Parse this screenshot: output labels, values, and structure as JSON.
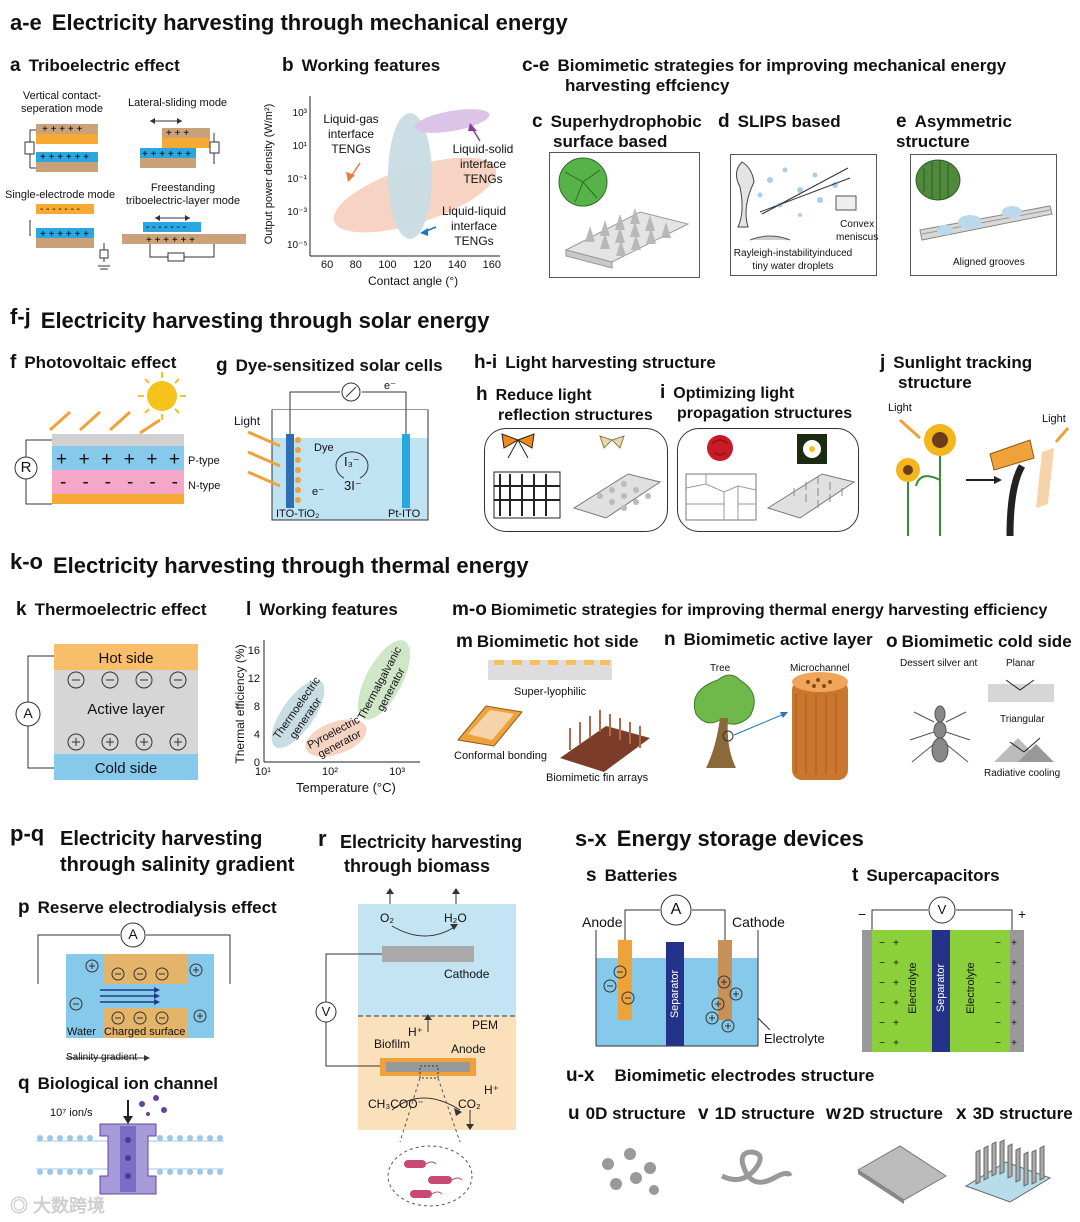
{
  "sections": {
    "ae": {
      "tag": "a-e",
      "title": "Electricity harvesting through mechanical energy"
    },
    "fj": {
      "tag": "f-j",
      "title": "Electricity harvesting through solar energy"
    },
    "ko": {
      "tag": "k-o",
      "title": "Electricity harvesting through thermal energy"
    },
    "pq": {
      "tag": "p-q",
      "title1": "Electricity harvesting",
      "title2": "through salinity gradient"
    },
    "r": {
      "tag": "r",
      "title1": "Electricity harvesting",
      "title2": "through biomass"
    },
    "sx": {
      "tag": "s-x",
      "title": "Energy storage devices"
    }
  },
  "a": {
    "tag": "a",
    "title": "Triboelectric effect",
    "vc1": "Vertical contact-",
    "vc2": "seperation mode",
    "ls": "Lateral-sliding mode",
    "se": "Single-electrode mode",
    "ft1": "Freestanding",
    "ft2": "triboelectric-layer mode"
  },
  "b": {
    "tag": "b",
    "title": "Working features",
    "ylabel": "Output power density (W/m²)",
    "xlabel": "Contact angle (°)",
    "yticks": [
      "10³",
      "10¹",
      "10⁻¹",
      "10⁻³",
      "10⁻⁵"
    ],
    "xticks": [
      "60",
      "80",
      "100",
      "120",
      "140",
      "160"
    ],
    "lg1": "Liquid-gas",
    "lg2": "interface",
    "lg3": "TENGs",
    "ls1": "Liquid-solid",
    "ls2": "interface",
    "ls3": "TENGs",
    "ll1": "Liquid-liquid",
    "ll2": "interface",
    "ll3": "TENGs"
  },
  "ce": {
    "tag": "c-e",
    "title1": "Biomimetic strategies for improving mechanical energy",
    "title2": "harvesting effciency"
  },
  "c": {
    "tag": "c",
    "title1": "Superhydrophobic",
    "title2": "surface based"
  },
  "d": {
    "tag": "d",
    "title": "SLIPS based",
    "convex1": "Convex",
    "convex2": "meniscus",
    "rayleigh1": "Rayleigh-instabilityinduced",
    "rayleigh2": "tiny water droplets"
  },
  "e": {
    "tag": "e",
    "title1": "Asymmetric structure",
    "title2": "based",
    "grooves": "Aligned grooves"
  },
  "f": {
    "tag": "f",
    "title": "Photovoltaic effect",
    "ptype": "P-type",
    "ntype": "N-type",
    "R": "R",
    "plus": "+",
    "minus": "-"
  },
  "g": {
    "tag": "g",
    "title": "Dye-sensitized solar cells",
    "light": "Light",
    "dye": "Dye",
    "i3": "I₃⁻",
    "i": "3I⁻",
    "anode": "ITO-TiO₂",
    "cathode": "Pt-ITO",
    "e": "e⁻"
  },
  "hi": {
    "tag": "h-i",
    "title": "Light harvesting structure"
  },
  "h": {
    "tag": "h",
    "title1": "Reduce light",
    "title2": "reflection structures"
  },
  "i": {
    "tag": "i",
    "title1": "Optimizing light",
    "title2": "propagation structures"
  },
  "j": {
    "tag": "j",
    "title1": "Sunlight tracking",
    "title2": "structure",
    "light": "Light"
  },
  "k": {
    "tag": "k",
    "title": "Thermoelectric effect",
    "hot": "Hot side",
    "active": "Active layer",
    "cold": "Cold side",
    "A": "A"
  },
  "l": {
    "tag": "l",
    "title": "Working features",
    "ylabel": "Thermal efficiency (%)",
    "xlabel": "Temperature (°C)",
    "yticks": [
      "16",
      "12",
      "8",
      "4",
      "0"
    ],
    "xticks": [
      "10¹",
      "10²",
      "10³"
    ],
    "te1": "Thermoelectric",
    "te2": "generator",
    "pe1": "Pyroelectric",
    "pe2": "generator",
    "tg1": "Thermalgalvanic",
    "tg2": "generator"
  },
  "mo": {
    "tag": "m-o",
    "title": "Biomimetic strategies for improving thermal energy harvesting efficiency"
  },
  "m": {
    "tag": "m",
    "title": "Biomimetic hot side",
    "superlyo": "Super-lyophilic",
    "conformal": "Conformal bonding",
    "fin": "Biomimetic fin arrays"
  },
  "n": {
    "tag": "n",
    "title": "Biomimetic active layer",
    "tree": "Tree",
    "micro": "Microchannel"
  },
  "o": {
    "tag": "o",
    "title": "Biomimetic cold side",
    "ant": "Dessert silver ant",
    "planar": "Planar",
    "tri": "Triangular",
    "rad": "Radiative cooling"
  },
  "p": {
    "tag": "p",
    "title": "Reserve electrodialysis effect",
    "A": "A",
    "water": "Water",
    "charged": "Charged surface",
    "salinity": "Salinity gradient"
  },
  "q": {
    "tag": "q",
    "title": "Biological ion channel",
    "rate": "10⁷ ion/s"
  },
  "r": {
    "o2": "O₂",
    "h2o": "H₂O",
    "cathode": "Cathode",
    "h": "H⁺",
    "pem": "PEM",
    "biofilm": "Biofilm",
    "anode": "Anode",
    "h2": "H⁺",
    "ch3coo": "CH₃COO⁻",
    "co2": "CO₂",
    "V": "V"
  },
  "s": {
    "tag": "s",
    "title": "Batteries",
    "A": "A",
    "anode": "Anode",
    "cathode": "Cathode",
    "separator": "Separator",
    "electrolyte": "Electrolyte"
  },
  "t": {
    "tag": "t",
    "title": "Supercapacitors",
    "V": "V",
    "electrolyte": "Electrolyte",
    "separator": "Separator",
    "minus": "−",
    "plus": "+"
  },
  "ux": {
    "tag": "u-x",
    "title": "Biomimetic electrodes structure"
  },
  "u": {
    "tag": "u",
    "title": "0D structure"
  },
  "v": {
    "tag": "v",
    "title": "1D structure"
  },
  "w": {
    "tag": "w",
    "title": "2D structure"
  },
  "x": {
    "tag": "x",
    "title": "3D structure"
  },
  "watermark": "大数跨境"
}
